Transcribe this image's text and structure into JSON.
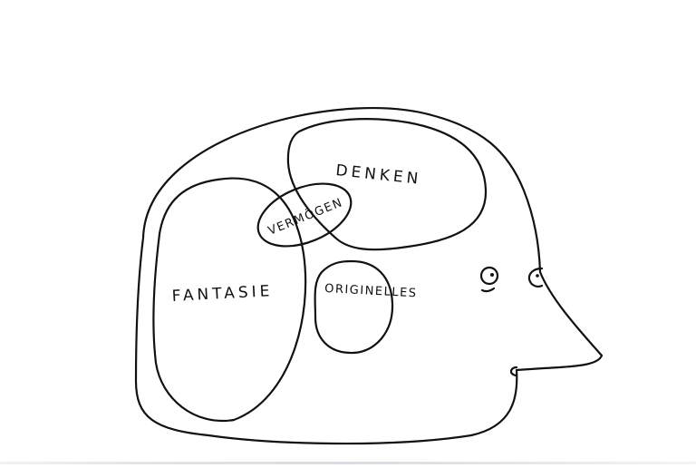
{
  "diagram": {
    "type": "hand-drawn head diagram (profile) with overlapping regions",
    "regions": [
      {
        "id": "fantasie",
        "label": "FANTASIE"
      },
      {
        "id": "denken",
        "label": "DENKEN"
      },
      {
        "id": "vermoegen",
        "label": "VERMÖGEN"
      },
      {
        "id": "originelles",
        "label": "ORIGINELLES"
      }
    ],
    "features": [
      "head-outline",
      "eye-left",
      "eye-right",
      "mouth",
      "nose",
      "chin"
    ],
    "colors": {
      "ink": "#111111",
      "paper": "#ffffff"
    }
  }
}
